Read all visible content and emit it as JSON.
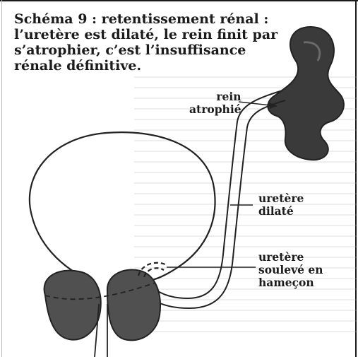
{
  "title": "Schéma 9 : retentissement rénal :\nl’uretère est dilaté, le rein finit par\ns’atrophier, c’est l’insuffisance\nrénale définitive.",
  "labels": {
    "rein": "rein\natrophié",
    "uretere_dilate": "uretère\ndilaté",
    "uretere_souleve": "uretère\nsoulevé en\nhameçon"
  }
}
